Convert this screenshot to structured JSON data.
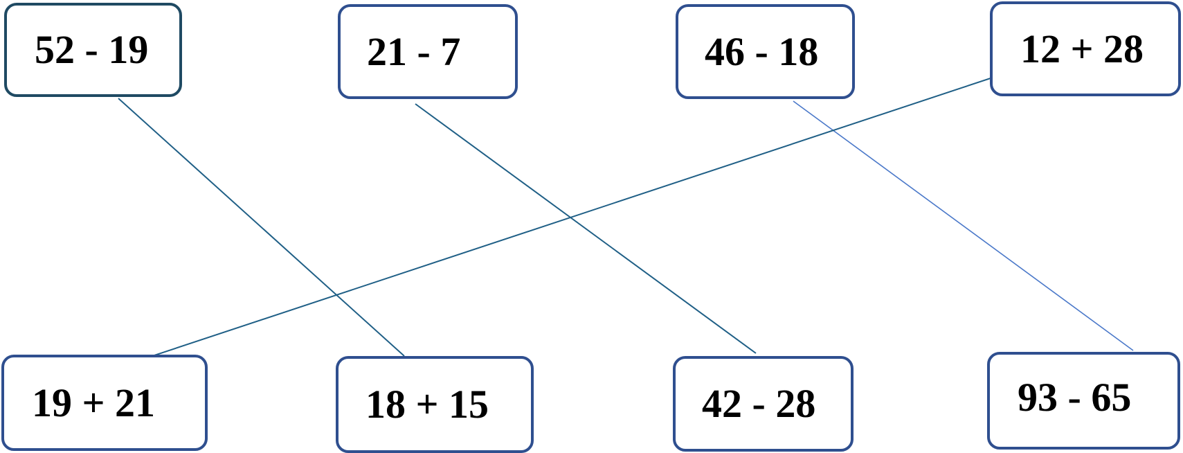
{
  "top_row": [
    {
      "id": "t1",
      "expression": "52 - 19"
    },
    {
      "id": "t2",
      "expression": "21 - 7"
    },
    {
      "id": "t3",
      "expression": "46 - 18"
    },
    {
      "id": "t4",
      "expression": "12 + 28"
    }
  ],
  "bottom_row": [
    {
      "id": "b1",
      "expression": "19 + 21"
    },
    {
      "id": "b2",
      "expression": "18 + 15"
    },
    {
      "id": "b3",
      "expression": "42 - 28"
    },
    {
      "id": "b4",
      "expression": "93 - 65"
    }
  ],
  "connections": [
    {
      "from": "52 - 19",
      "to": "18 + 15"
    },
    {
      "from": "21 - 7",
      "to": "42 - 28"
    },
    {
      "from": "46 - 18",
      "to": "93 - 65"
    },
    {
      "from": "12 + 28",
      "to": "19 + 21"
    }
  ],
  "colors": {
    "box_border": "#2f4f8f",
    "box_border_first": "#1f4a63",
    "line": "#1f5f86",
    "line_light": "#4a78c9"
  }
}
